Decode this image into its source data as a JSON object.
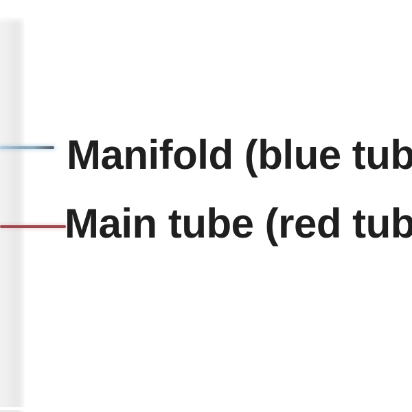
{
  "figure": {
    "description": "cropped figure legend with leader lines pointing to tubing at left edge",
    "legend": {
      "items": [
        {
          "label": "Manifold (blue tube",
          "line": "blue-leader"
        },
        {
          "label": "Main tube (red tub",
          "line": "red-leader"
        }
      ]
    }
  },
  "colors": {
    "c-text": "#1f1f1f",
    "c-blue-start": "#b3ccdd",
    "c-blue": "#8fa9bd",
    "c-blue-tip": "#59636e",
    "c-red": "#9c4950",
    "c-tube": "#ececec",
    "c-bg": "#ffffff"
  }
}
